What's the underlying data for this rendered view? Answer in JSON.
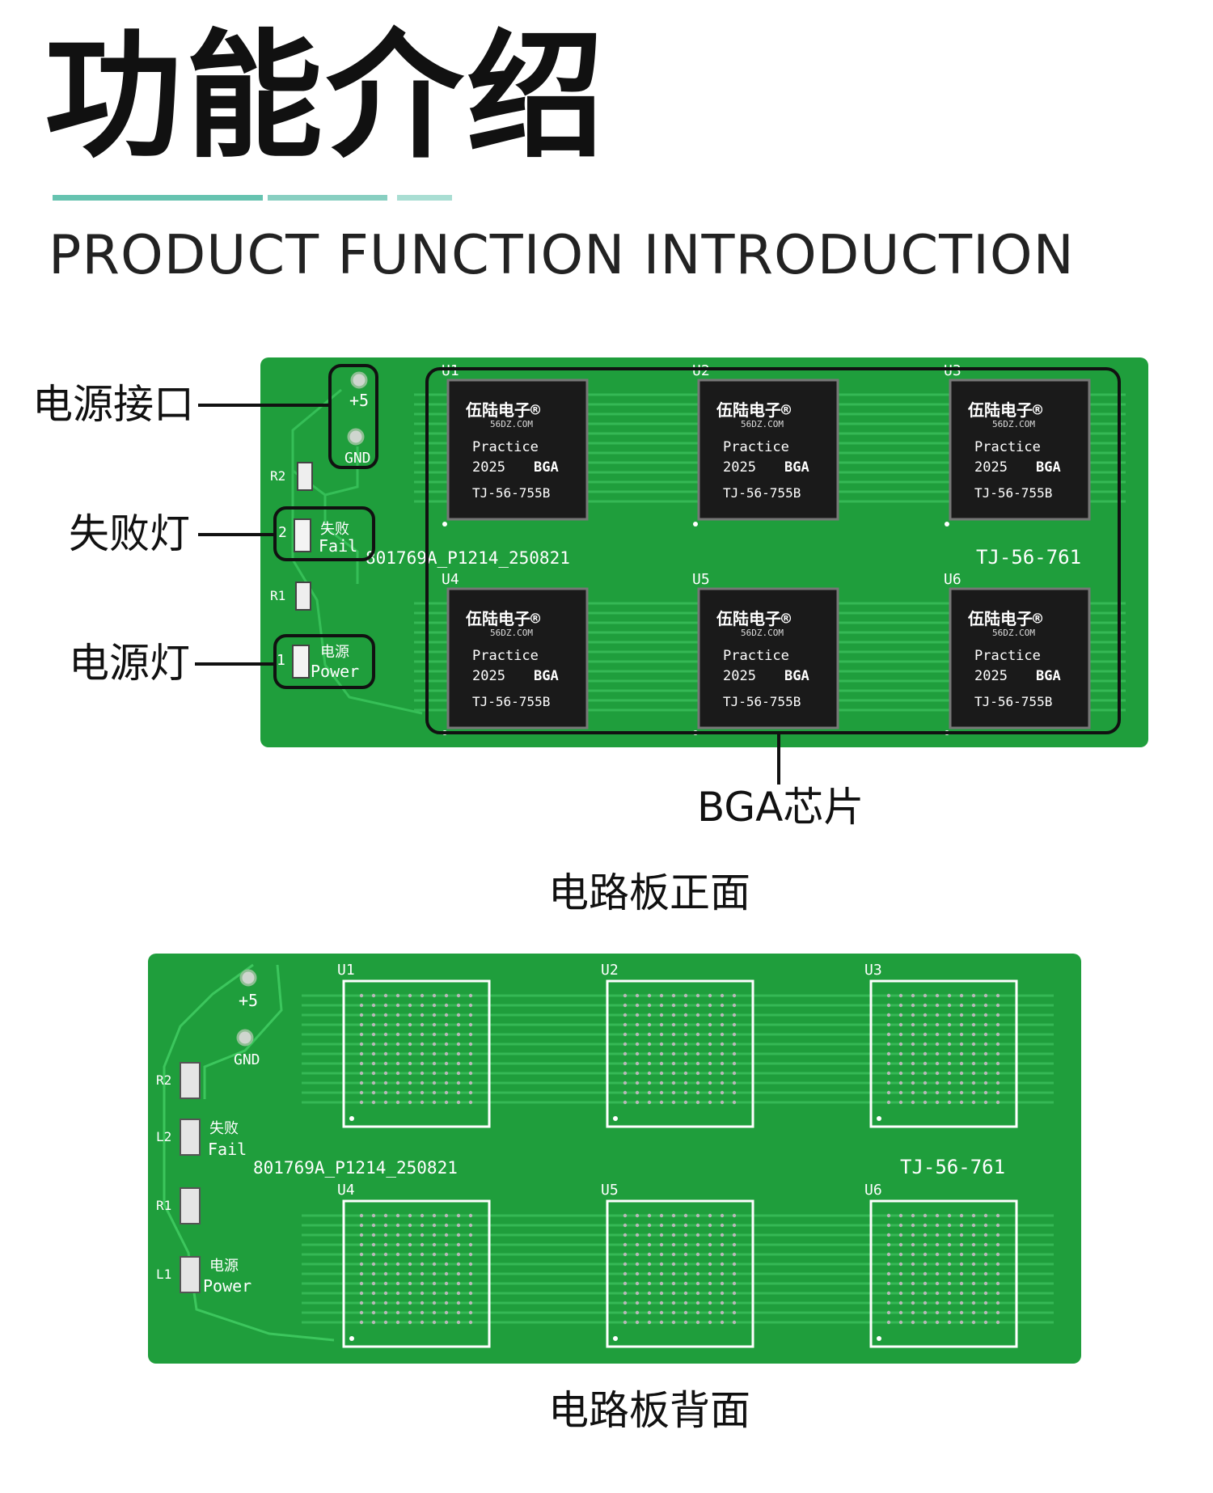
{
  "header": {
    "title_cn": "功能介绍",
    "title_en": "PRODUCT FUNCTION INTRODUCTION",
    "accent_colors": [
      "#66c3b0",
      "#88cfc1",
      "#a9ded3"
    ]
  },
  "front_board": {
    "caption": "电路板正面",
    "callouts": {
      "power_port": "电源接口",
      "fail_led": "失败灯",
      "power_led": "电源灯",
      "bga_chip": "BGA芯片"
    },
    "pads": {
      "plus": "+5",
      "gnd": "GND"
    },
    "resistors": [
      "R2",
      "R1"
    ],
    "leds": [
      {
        "num": "2",
        "cn": "失败",
        "en": "Fail"
      },
      {
        "num": "1",
        "cn": "电源",
        "en": "Power"
      }
    ],
    "serial": "801769A_P1214_250821",
    "model": "TJ-56-761",
    "chip_labels": [
      "U1",
      "U2",
      "U3",
      "U4",
      "U5",
      "U6"
    ],
    "chip": {
      "brand": "伍陆电子®",
      "site": "56DZ.COM",
      "line1": "Practice",
      "year": "2025",
      "type": "BGA",
      "part": "TJ-56-755B"
    }
  },
  "back_board": {
    "caption": "电路板背面",
    "pads": {
      "plus": "+5",
      "gnd": "GND"
    },
    "components": [
      "R2",
      "L2",
      "R1",
      "L1"
    ],
    "leds": [
      {
        "cn": "失败",
        "en": "Fail"
      },
      {
        "cn": "电源",
        "en": "Power"
      }
    ],
    "serial": "801769A_P1214_250821",
    "model": "TJ-56-761",
    "chip_labels": [
      "U1",
      "U2",
      "U3",
      "U4",
      "U5",
      "U6"
    ]
  },
  "colors": {
    "pcb": "#1f9e3c",
    "pcb_trace": "#2bb34a",
    "silk": "#ffffff",
    "chip": "#1a1a1a"
  }
}
